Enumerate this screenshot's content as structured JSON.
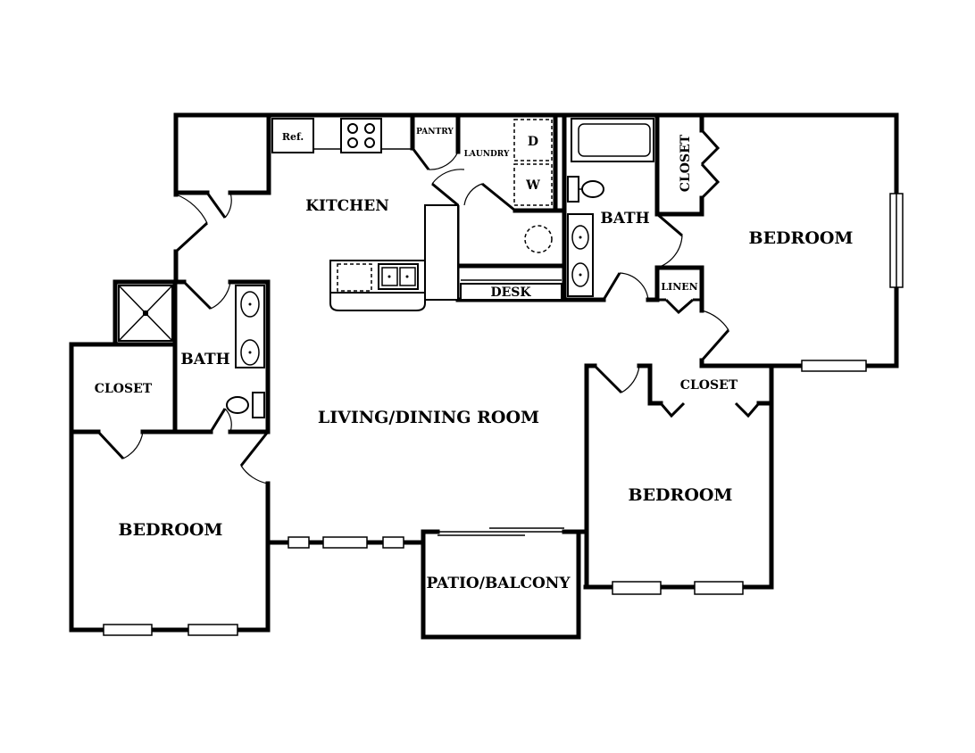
{
  "rooms": {
    "kitchen": "KITCHEN",
    "refrigerator": "Ref.",
    "pantry": "PANTRY",
    "laundry": "LAUNDRY",
    "dryer": "D",
    "washer": "W",
    "desk": "DESK",
    "bath_right": "BATH",
    "closet_right_top": "CLOSET",
    "linen": "LINEN",
    "bedroom_right_top": "BEDROOM",
    "bath_left": "BATH",
    "closet_left": "CLOSET",
    "bedroom_left": "BEDROOM",
    "living_dining": "LIVING/DINING ROOM",
    "closet_middle": "CLOSET",
    "bedroom_middle": "BEDROOM",
    "patio": "PATIO/BALCONY"
  }
}
